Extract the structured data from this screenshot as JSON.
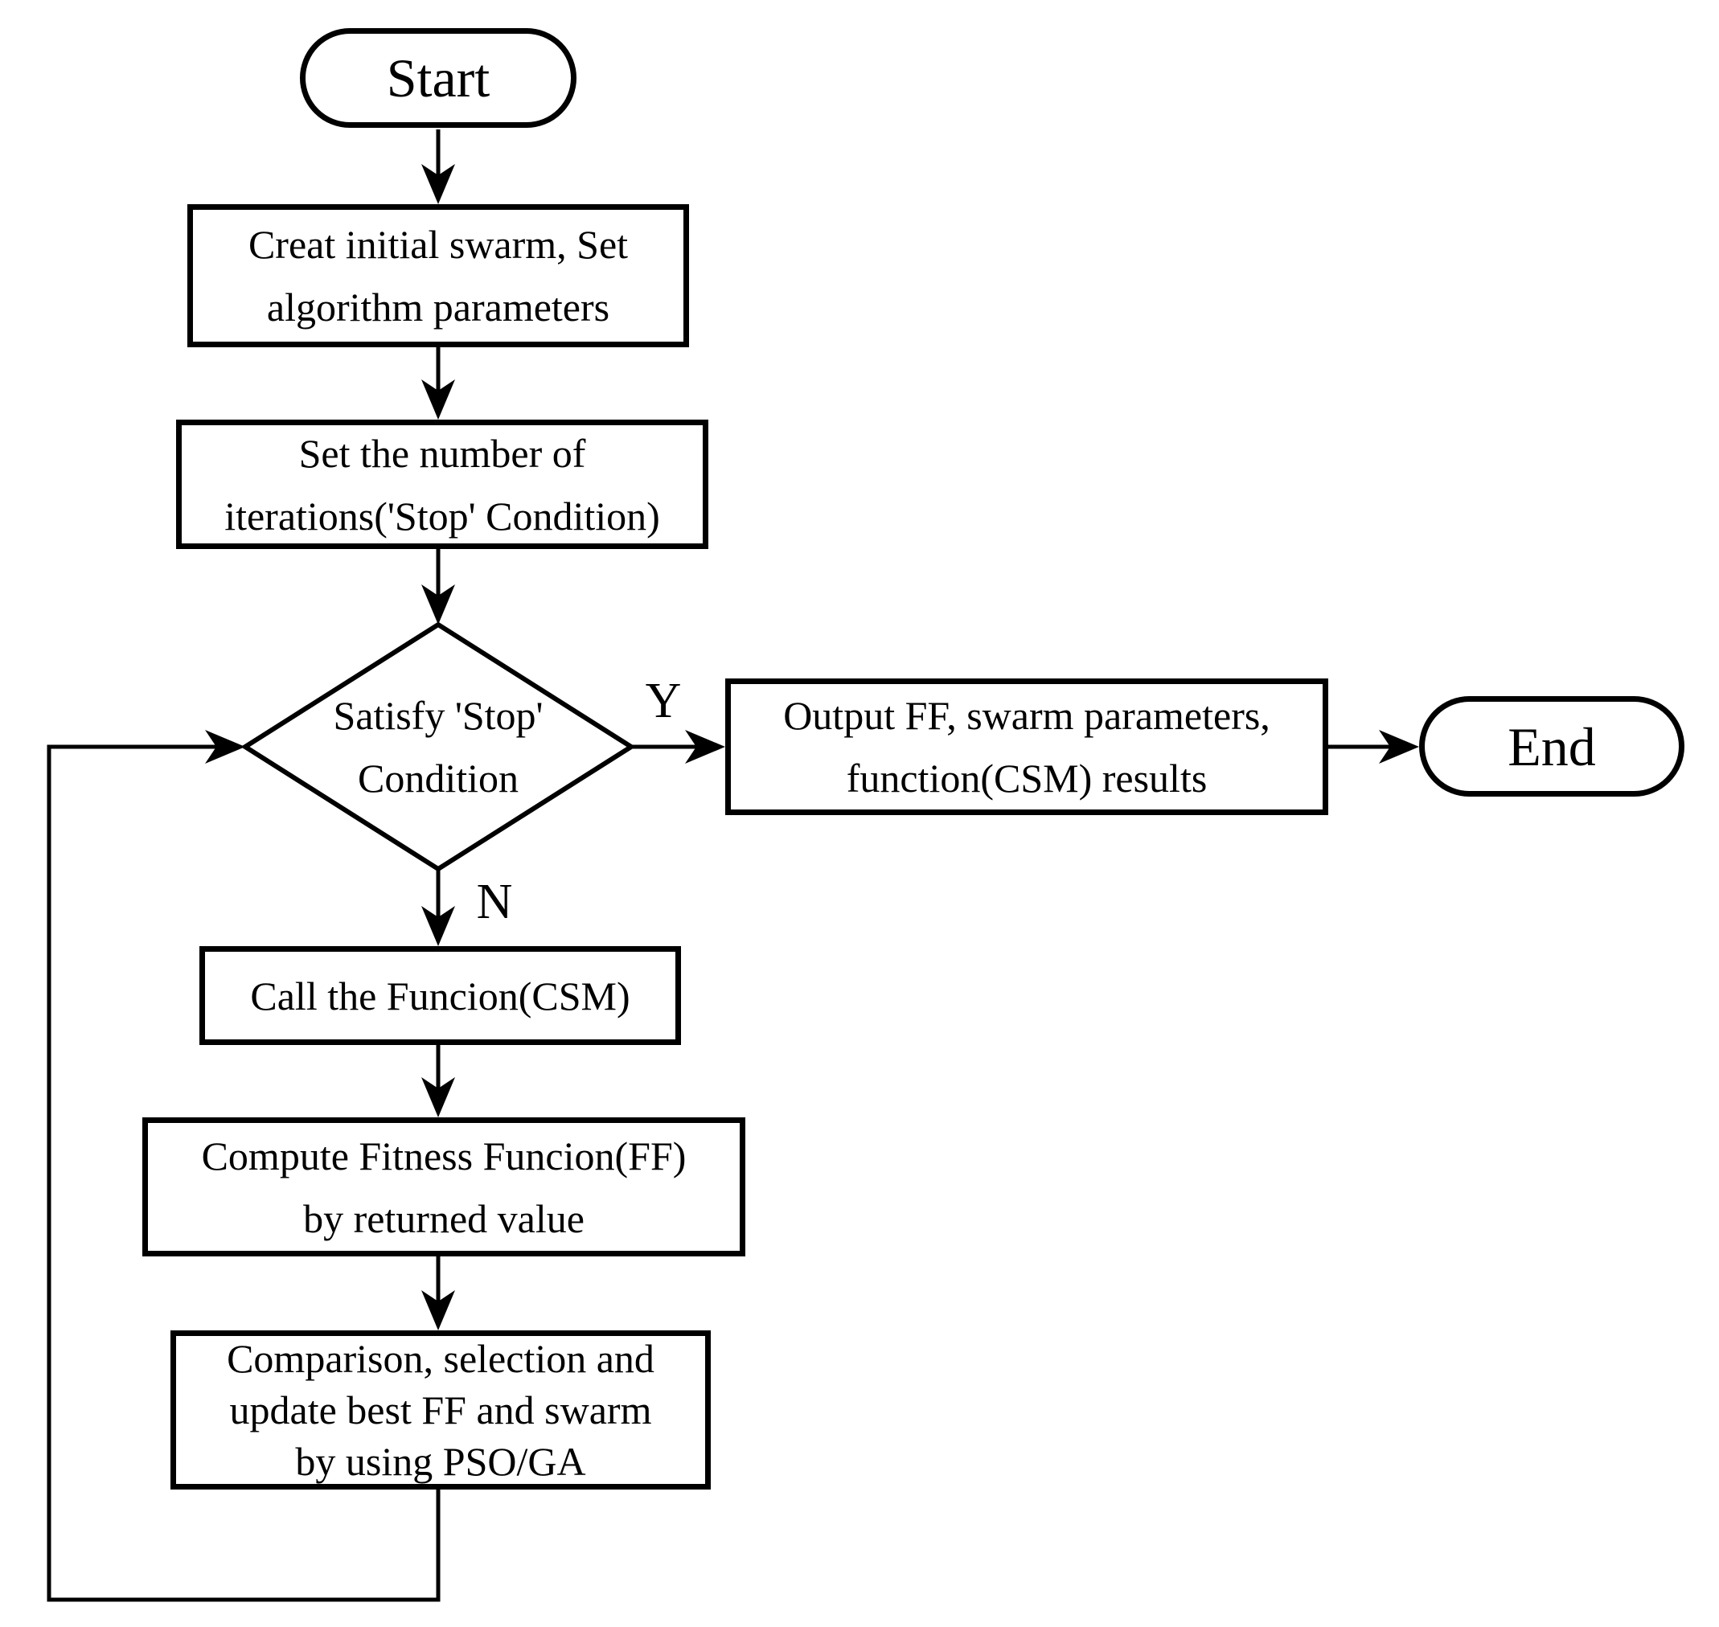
{
  "diagram": {
    "colors": {
      "stroke": "#000000",
      "fill": "#ffffff",
      "text": "#000000"
    },
    "nodes": {
      "start": {
        "type": "terminator",
        "label": "Start"
      },
      "create_swarm": {
        "type": "process",
        "lines": [
          "Creat initial swarm, Set",
          "algorithm parameters"
        ]
      },
      "set_iterations": {
        "type": "process",
        "lines": [
          "Set the number of",
          "iterations('Stop' Condition)"
        ]
      },
      "stop_condition": {
        "type": "decision",
        "lines": [
          "Satisfy 'Stop'",
          "Condition"
        ]
      },
      "output_results": {
        "type": "process",
        "lines": [
          "Output FF, swarm parameters,",
          "function(CSM) results"
        ]
      },
      "end": {
        "type": "terminator",
        "label": "End"
      },
      "call_function": {
        "type": "process",
        "lines": [
          "Call the Funcion(CSM)"
        ]
      },
      "compute_fitness": {
        "type": "process",
        "lines": [
          "Compute Fitness Funcion(FF)",
          "by returned value"
        ]
      },
      "update_swarm": {
        "type": "process",
        "lines": [
          "Comparison, selection and",
          "update best FF and swarm",
          "by using PSO/GA"
        ]
      }
    },
    "branch_labels": {
      "yes": "Y",
      "no": "N"
    }
  }
}
